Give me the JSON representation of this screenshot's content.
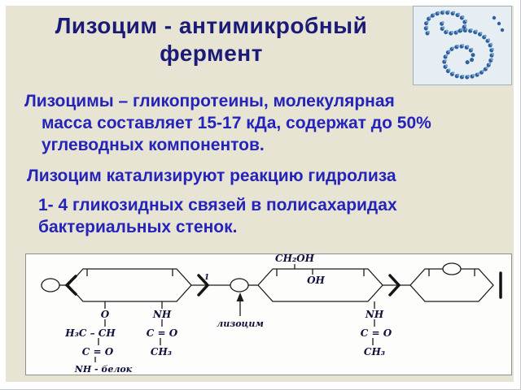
{
  "slide": {
    "title": {
      "line1": "Лизоцим  - антимикробный",
      "line2": "фермент"
    },
    "paragraphs": [
      {
        "text": "Лизоцимы – гликопротеины, молекулярная масса составляет 15-17 кДа, содержат до 50% углеводных компонентов."
      },
      {
        "text": "Лизоцим катализируют реакцию гидролиза"
      },
      {
        "text": "1- 4 гликозидных связей в полисахаридах бактериальных стенок."
      }
    ]
  },
  "diagram": {
    "labels": {
      "ch2oh": "CH₂OH",
      "oh": "OH",
      "o": "O",
      "nh_left": "NH",
      "h3c_ch": "H₃C – CH",
      "c_o_a": "C = O",
      "nh_belok": "NH - белок",
      "c_o_b": "C = O",
      "ch3_b": "CH₃",
      "nh_right": "NH",
      "c_o_right": "C = O",
      "ch3_right": "CH₃",
      "lysozyme": "лизоцим",
      "linkage_1": "1"
    }
  },
  "colors": {
    "slide_background": "#e8e4d3",
    "frame": "#ffffff",
    "title_text": "#1b1b77",
    "body_text": "#2424bb",
    "diagram_background": "#fdfdfb",
    "diagram_ink": "#1c1c1c",
    "formula_text": "#10103d",
    "protein_bead_blue": "#2e5f9e",
    "protein_bead_light": "#6f9ecb"
  }
}
